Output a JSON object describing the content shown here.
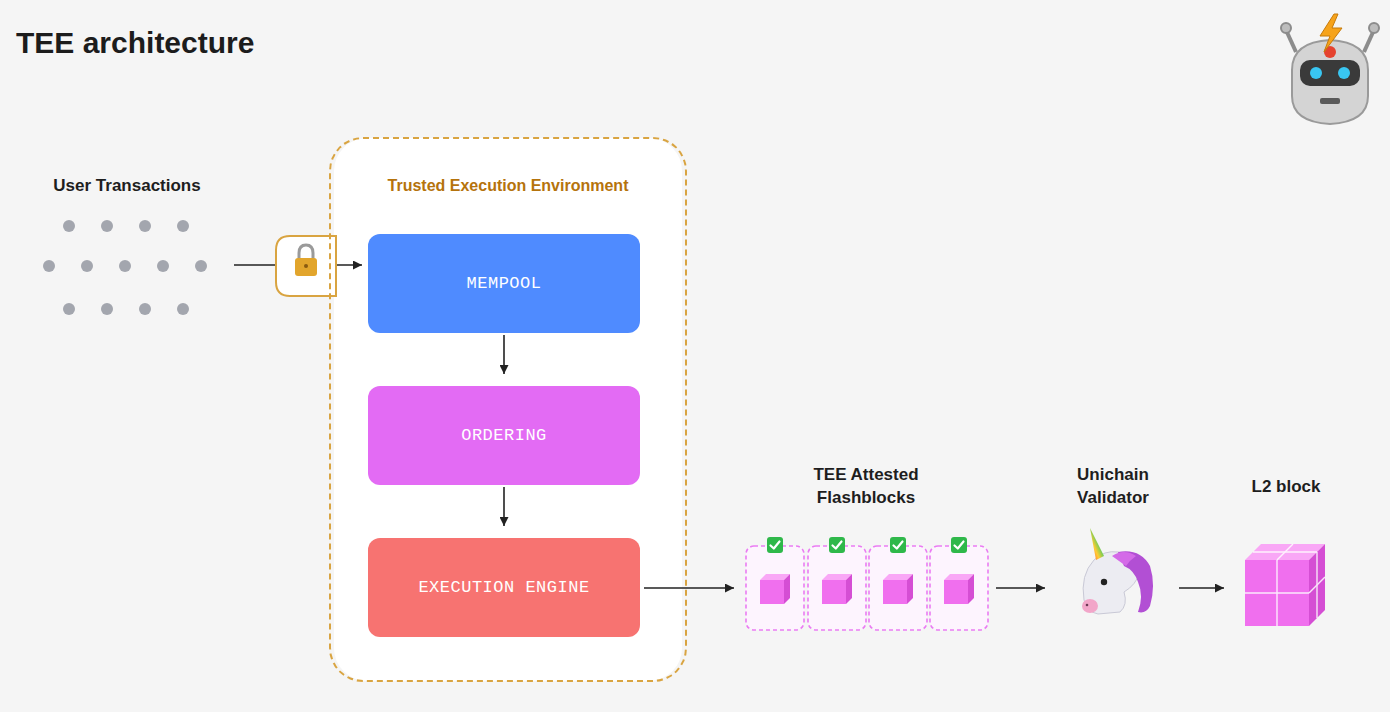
{
  "diagram": {
    "title": "TEE architecture",
    "nodes": [
      {
        "text": [
          "User Transactions"
        ]
      },
      {
        "text": [
          "Trusted Execution Environment"
        ]
      },
      {
        "text": [
          "MEMPOOL"
        ],
        "in": 1
      },
      {
        "text": [
          "ORDERING"
        ],
        "in": 1
      },
      {
        "text": [
          "EXECUTION ENGINE"
        ],
        "in": 1
      },
      {
        "text": [
          "TEE Attested Flashblocks"
        ]
      },
      {
        "text": [
          "Unichain Validator"
        ]
      },
      {
        "text": [
          "L2 block"
        ]
      }
    ],
    "edges": [
      {
        "from": 0,
        "to": 2,
        "arrow": "to"
      },
      {
        "from": 2,
        "to": 3,
        "arrow": "to"
      },
      {
        "from": 3,
        "to": 4,
        "arrow": "to"
      },
      {
        "from": 4,
        "to": 5,
        "arrow": "to"
      },
      {
        "from": 5,
        "to": 6,
        "arrow": "to"
      },
      {
        "from": 6,
        "to": 7,
        "arrow": "to"
      }
    ]
  }
}
